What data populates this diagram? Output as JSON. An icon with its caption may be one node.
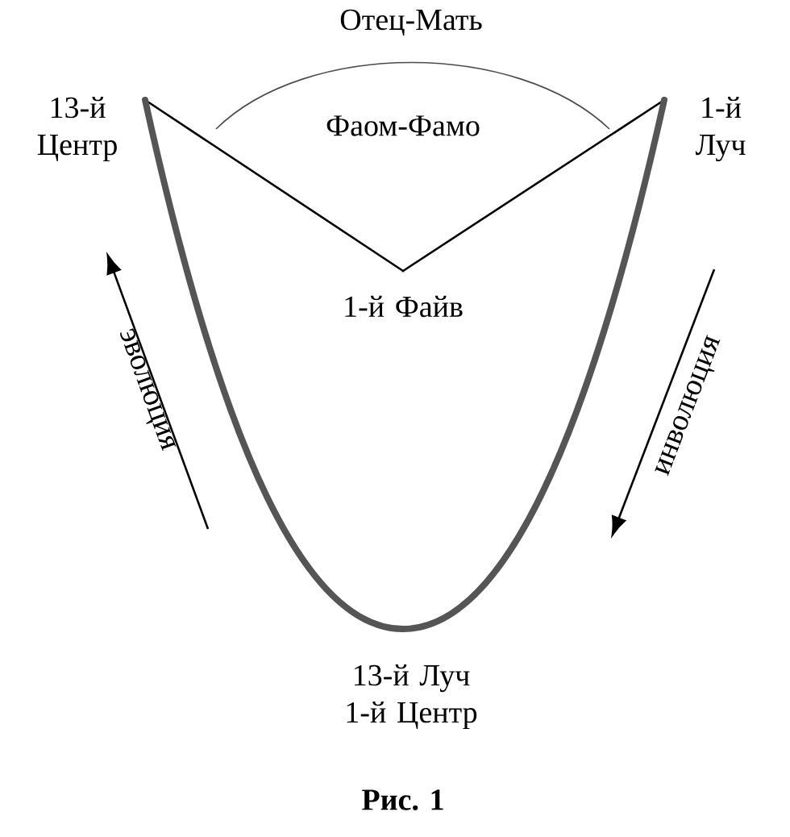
{
  "diagram": {
    "caption": "Рис. 1",
    "nodes": [
      {
        "text": [
          "13-й Центр"
        ]
      },
      {
        "text": [
          "1-й Луч"
        ]
      },
      {
        "text": [
          "1-й Файв"
        ]
      },
      {
        "text": [
          "13-й Луч 1-й Центр"
        ]
      }
    ],
    "edges": [
      {
        "from": 0,
        "to": 2,
        "arrow": "none"
      },
      {
        "from": 2,
        "to": 1,
        "arrow": "none"
      },
      {
        "from": 0,
        "to": 3,
        "arrow": "none",
        "style": "thick",
        "color": "#555555"
      },
      {
        "from": 3,
        "to": 1,
        "arrow": "none",
        "style": "thick",
        "color": "#555555"
      }
    ],
    "labels": [
      "Отец-Мать",
      "Фаом-Фамо",
      "эволюция",
      "инволюция"
    ]
  }
}
